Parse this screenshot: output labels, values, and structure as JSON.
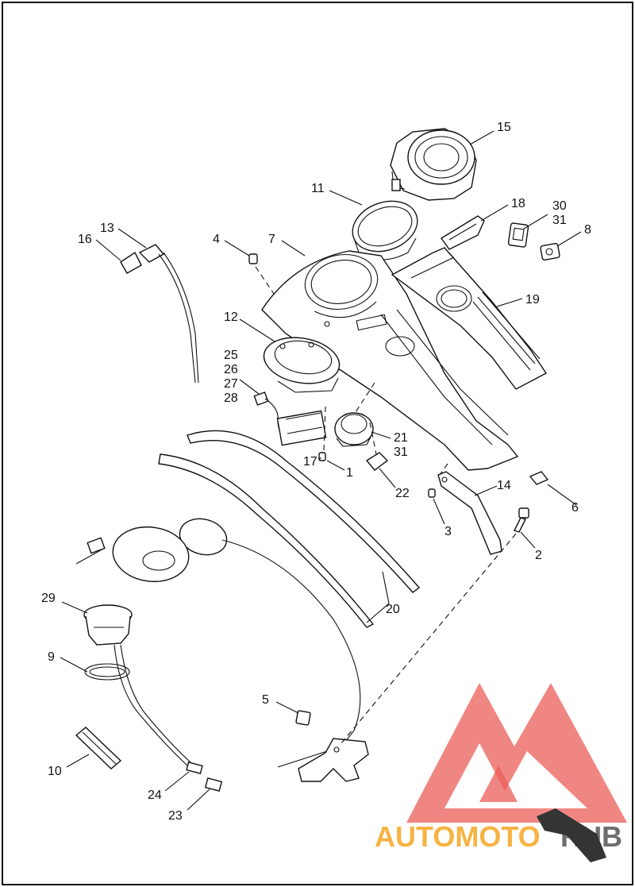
{
  "callouts": [
    {
      "id": "15",
      "label": "15"
    },
    {
      "id": "11",
      "label": "11"
    },
    {
      "id": "18",
      "label": "18"
    },
    {
      "id": "30",
      "label": "30"
    },
    {
      "id": "31a",
      "label": "31"
    },
    {
      "id": "8",
      "label": "8"
    },
    {
      "id": "13",
      "label": "13"
    },
    {
      "id": "16",
      "label": "16"
    },
    {
      "id": "4",
      "label": "4"
    },
    {
      "id": "7",
      "label": "7"
    },
    {
      "id": "19",
      "label": "19"
    },
    {
      "id": "12",
      "label": "12"
    },
    {
      "id": "25",
      "label": "25"
    },
    {
      "id": "26",
      "label": "26"
    },
    {
      "id": "27",
      "label": "27"
    },
    {
      "id": "28",
      "label": "28"
    },
    {
      "id": "21",
      "label": "21"
    },
    {
      "id": "31b",
      "label": "31"
    },
    {
      "id": "17",
      "label": "17"
    },
    {
      "id": "1",
      "label": "1"
    },
    {
      "id": "22",
      "label": "22"
    },
    {
      "id": "14",
      "label": "14"
    },
    {
      "id": "6",
      "label": "6"
    },
    {
      "id": "3",
      "label": "3"
    },
    {
      "id": "2",
      "label": "2"
    },
    {
      "id": "20",
      "label": "20"
    },
    {
      "id": "29",
      "label": "29"
    },
    {
      "id": "9",
      "label": "9"
    },
    {
      "id": "5",
      "label": "5"
    },
    {
      "id": "10",
      "label": "10"
    },
    {
      "id": "24",
      "label": "24"
    },
    {
      "id": "23",
      "label": "23"
    }
  ],
  "watermark": {
    "text_part1": "AUTOMOTO",
    "text_part2": "HUB",
    "color_red": "#e8413c",
    "color_orange": "#f6a623",
    "color_dark": "#222222"
  }
}
